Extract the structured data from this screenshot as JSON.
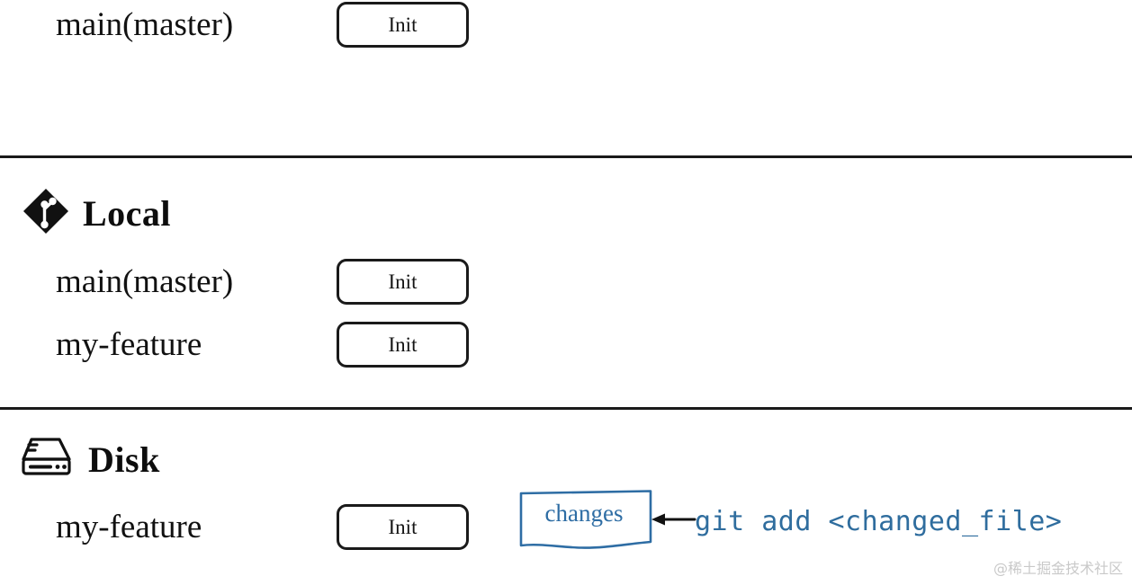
{
  "diagram": {
    "title_sections": [
      "Local",
      "Disk"
    ],
    "top_row": {
      "branch_label": "main(master)",
      "button_label": "Init"
    },
    "sections": [
      {
        "icon": "git-logo-icon",
        "name": "Local",
        "rows": [
          {
            "branch_label": "main(master)",
            "button_label": "Init"
          },
          {
            "branch_label": "my-feature",
            "button_label": "Init"
          }
        ]
      },
      {
        "icon": "hard-drive-icon",
        "name": "Disk",
        "rows": [
          {
            "branch_label": "my-feature",
            "button_label": "Init"
          }
        ]
      }
    ],
    "note": {
      "label": "changes",
      "arrow": "left-arrow-icon"
    },
    "command": "git add <changed_file>",
    "watermark": "@稀土掘金技术社区",
    "colors": {
      "ink": "#111111",
      "accent_blue": "#2e6da4",
      "command_blue": "#2f6d9e",
      "watermark_gray": "#c9c9c9"
    }
  }
}
